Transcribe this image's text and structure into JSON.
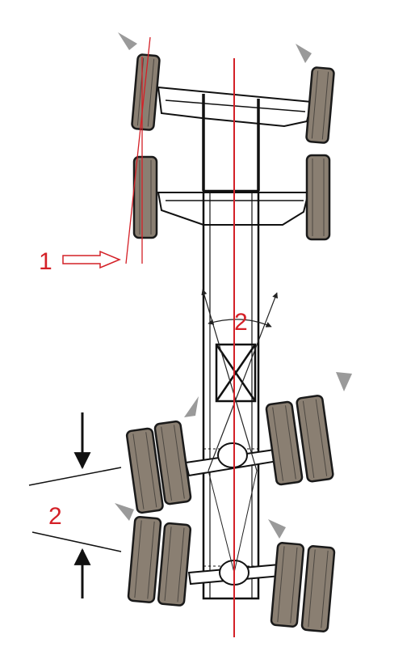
{
  "labels": {
    "callout_1": "1",
    "callout_2_angle": "2",
    "callout_2_spacing": "2"
  },
  "colors": {
    "annotation_red": "#d42027",
    "tire_fill": "#8a7f72",
    "pointer_gray": "#9a9a9a",
    "frame_black": "#111111",
    "background": "#ffffff"
  }
}
